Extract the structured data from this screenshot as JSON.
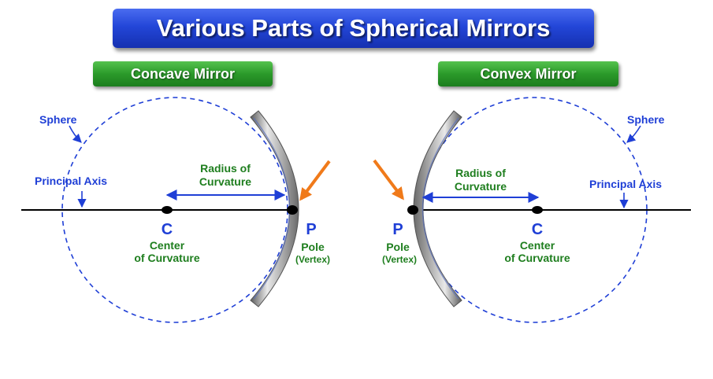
{
  "title": "Various Parts of Spherical Mirrors",
  "concave": {
    "heading": "Concave Mirror",
    "sphere": "Sphere",
    "principal_axis": "Principal Axis",
    "radius_line1": "Radius of",
    "radius_line2": "Curvature",
    "center_letter": "C",
    "center_line1": "Center",
    "center_line2": "of Curvature",
    "pole_letter": "P",
    "pole_line1": "Pole",
    "pole_line2": "(Vertex)"
  },
  "convex": {
    "heading": "Convex Mirror",
    "sphere": "Sphere",
    "principal_axis": "Principal Axis",
    "radius_line1": "Radius of",
    "radius_line2": "Curvature",
    "center_letter": "C",
    "center_line1": "Center",
    "center_line2": "of Curvature",
    "pole_letter": "P",
    "pole_line1": "Pole",
    "pole_line2": "(Vertex)"
  },
  "colors": {
    "label_blue": "#1f3fd6",
    "label_green": "#1e7e1e",
    "pointer_orange": "#f07a1a",
    "mirror_gray": "#9a9a9a"
  }
}
